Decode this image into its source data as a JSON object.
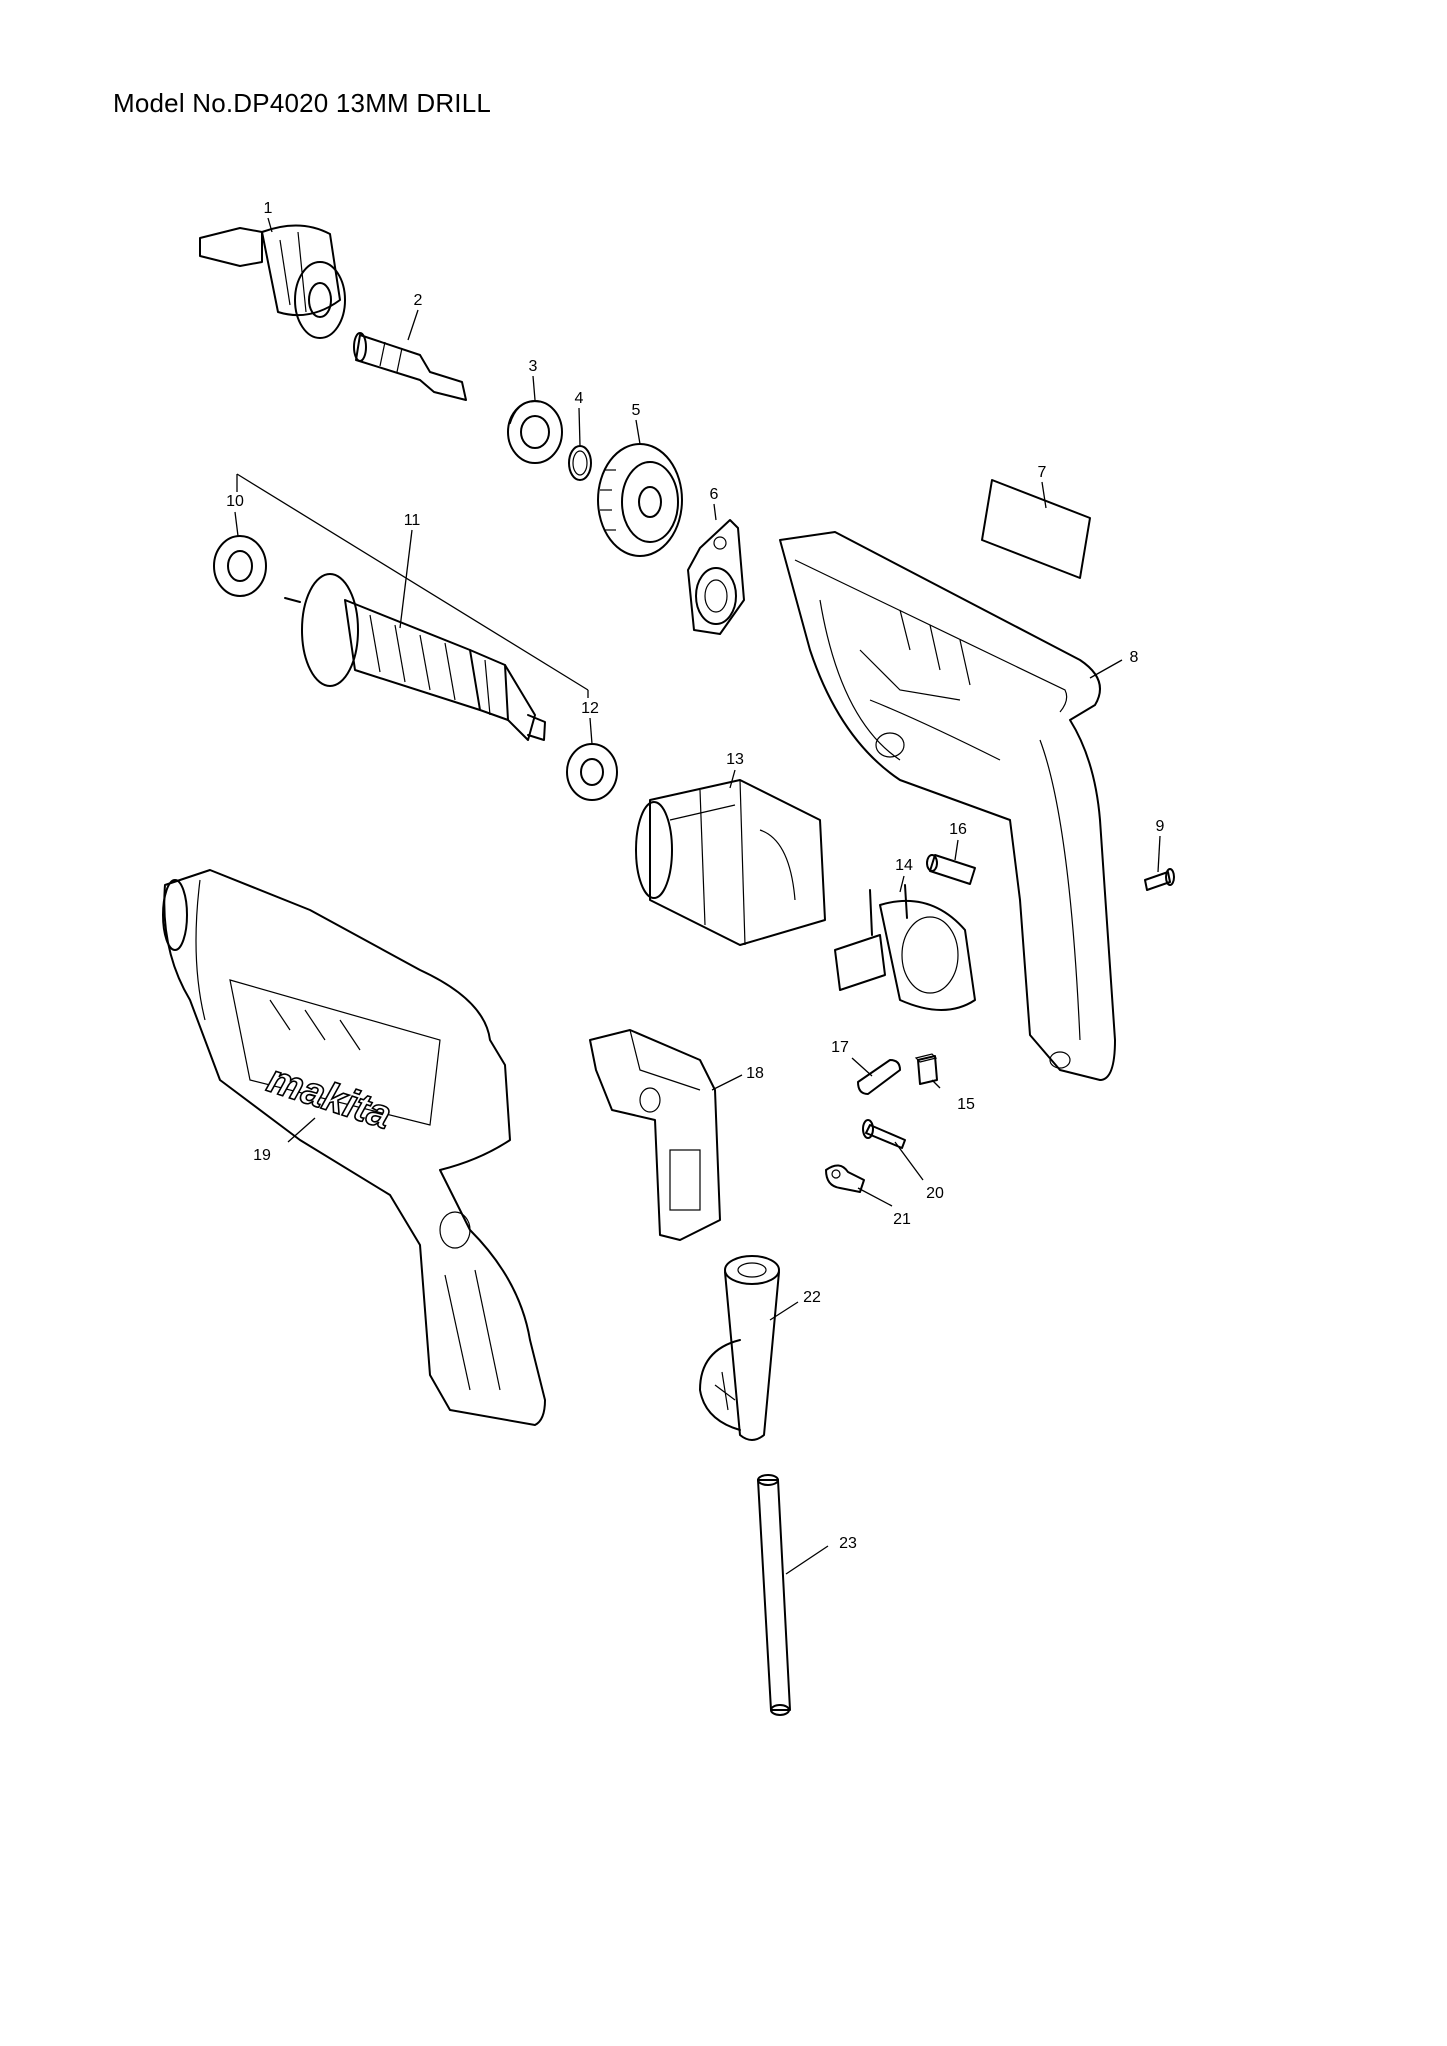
{
  "title": "Model No.DP4020 13MM DRILL",
  "brand_logo": "makita",
  "parts": [
    {
      "num": "1"
    },
    {
      "num": "2"
    },
    {
      "num": "3"
    },
    {
      "num": "4"
    },
    {
      "num": "5"
    },
    {
      "num": "6"
    },
    {
      "num": "7"
    },
    {
      "num": "8"
    },
    {
      "num": "9"
    },
    {
      "num": "10"
    },
    {
      "num": "11"
    },
    {
      "num": "12"
    },
    {
      "num": "13"
    },
    {
      "num": "14"
    },
    {
      "num": "15"
    },
    {
      "num": "16"
    },
    {
      "num": "17"
    },
    {
      "num": "18"
    },
    {
      "num": "19"
    },
    {
      "num": "20"
    },
    {
      "num": "21"
    },
    {
      "num": "22"
    },
    {
      "num": "23"
    }
  ]
}
